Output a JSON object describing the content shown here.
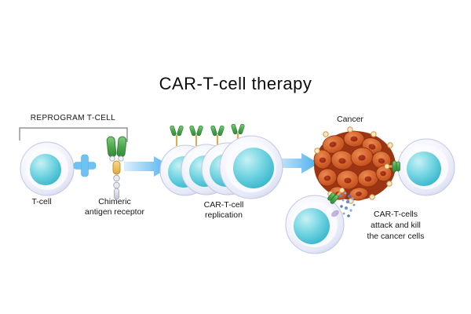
{
  "title": "CAR-T-cell therapy",
  "sections": {
    "reprogram": {
      "heading": "REPROGRAM T-CELL",
      "tcell_label": "T-cell",
      "receptor_label_line1": "Chimeric",
      "receptor_label_line2": "antigen receptor"
    },
    "replication": {
      "label_line1": "CAR-T-cell",
      "label_line2": "replication"
    },
    "attack": {
      "cancer_label": "Cancer",
      "label_line1": "CAR-T-cells",
      "label_line2": "attack and kill",
      "label_line3": "the cancer cells"
    }
  },
  "icons": {
    "plus": "plus-icon",
    "arrows": "arrow-right-icon",
    "car_receptor": "car-receptor-icon",
    "mini_receptors": "mini-car-receptor-icon",
    "granules": "cytotoxic-granules",
    "bracket": "reprogram-bracket"
  },
  "colors": {
    "membrane": "#dfe3f4",
    "membrane_edge": "#c2c7e3",
    "nucleus_cyan": "#45c2d8",
    "arrow_blue": "#56b5f0",
    "plus_blue": "#6fc3f3",
    "receptor_green": "#4aa94e",
    "receptor_yellow": "#eebb55",
    "receptor_gray": "#d7d9e2",
    "cancer_orange": "#c9511d",
    "cancer_nucleus": "#97260f",
    "cancer_outline": "#9c3513",
    "antigen_cream": "#f7e7c2",
    "granule_blue": "#6d8fd0",
    "text": "#151515"
  }
}
